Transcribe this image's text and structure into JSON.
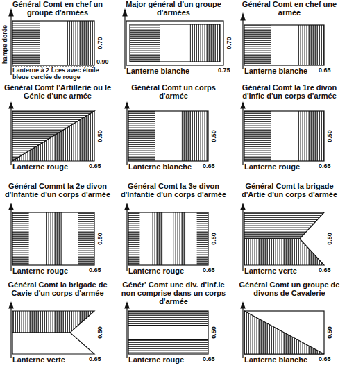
{
  "diagram": {
    "nodes": [
      {
        "text": [
          "Général Comt en chef un groupe d'armées",
          "Lanterne à 2 f.ces avec étoile bleue cerclée de rouge"
        ]
      },
      {
        "text": [
          "Major général d'un groupe d'armées",
          "Lanterne blanche"
        ]
      },
      {
        "text": [
          "Général Comt en chef une armée",
          "Lanterne blanche"
        ]
      },
      {
        "text": [
          "Général Comt l'Artillerie ou le Génie d'une armée",
          "Lanterne rouge"
        ]
      },
      {
        "text": [
          "Général Comt un corps d'armée",
          "Lanterne blanche"
        ]
      },
      {
        "text": [
          "Général Comt la 1re divon d'Infie d'un corps d'armée",
          "Lanterne rouge"
        ]
      },
      {
        "text": [
          "Général Commt la 2e divon d'Infantie d'un corps d'armée",
          "Lanterne rouge"
        ]
      },
      {
        "text": [
          "Général Comt la 3e divon d'Infantie d'un corps d'armée",
          "Lanterne rouge"
        ]
      },
      {
        "text": [
          "Général Comt la brigade d'Artie d'un corps d'armée",
          "Lanterne verte"
        ]
      },
      {
        "text": [
          "Général Comt la brigade de Cavie d'un corps d'armée",
          "Lanterne verte"
        ]
      },
      {
        "text": [
          "Génér' Comt une div. d'Inf.ie non comprise dans un corps d'armée",
          "Lanterne rouge"
        ]
      },
      {
        "text": [
          "Général Comt un groupe de divons de Cavalerie",
          "Lanterne blanche"
        ]
      }
    ],
    "labels": [
      "hampe dorée",
      "0.70",
      "0.90",
      "0.70",
      "0.75",
      "0.65",
      "0.50",
      "0.65",
      "0.50",
      "0.65",
      "0.50",
      "0.65",
      "0.50",
      "0.65",
      "0.50",
      "0.65",
      "0.50",
      "0.65",
      "0.50",
      "0.65",
      "0.50",
      "0.65",
      "0.50",
      "0.65"
    ]
  }
}
